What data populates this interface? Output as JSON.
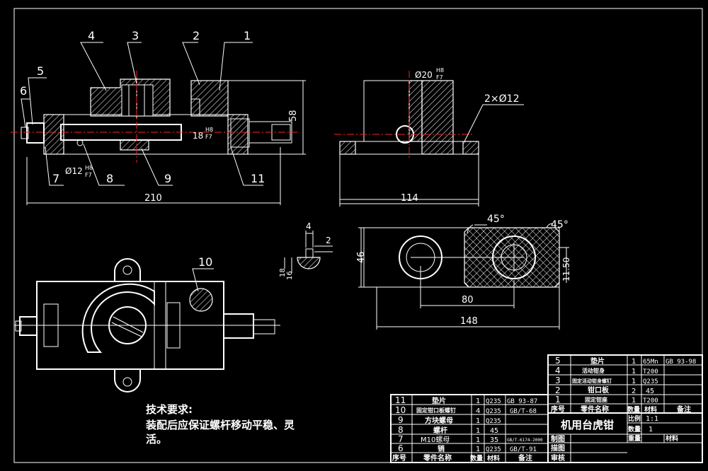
{
  "balloons": [
    "1",
    "2",
    "3",
    "4",
    "5",
    "6",
    "7",
    "8",
    "9",
    "10",
    "11"
  ],
  "dimensions": {
    "front_height": "58",
    "front_length": "210",
    "fit_bore": "Ø12",
    "fit_small": "18",
    "fit_tol_upper": "H8",
    "fit_tol_lower": "F7",
    "side_bore": "Ø20",
    "side_holes": "2×Ø12",
    "side_width": "114",
    "bottom_angle_1": "45°",
    "bottom_angle_2": "45°",
    "bottom_height": "46",
    "bottom_slot": "11.50",
    "bottom_pitch": "80",
    "bottom_length": "148",
    "detail_w": "4",
    "detail_h": "2",
    "detail_18": "18",
    "detail_16": "16"
  },
  "notes": {
    "heading": "技术要求:",
    "line1": "装配后应保证螺杆移动平稳、灵",
    "line2": "活。"
  },
  "bom_right": {
    "rows": [
      {
        "no": "5",
        "name": "垫片",
        "qty": "1",
        "mat": "65Mn",
        "std": "GB 93-98"
      },
      {
        "no": "4",
        "name": "活动钳身",
        "qty": "1",
        "mat": "T200",
        "std": ""
      },
      {
        "no": "3",
        "name": "固定活动钳身螺钉",
        "qty": "1",
        "mat": "Q235",
        "std": ""
      },
      {
        "no": "2",
        "name": "钳口板",
        "qty": "2",
        "mat": "45",
        "std": ""
      },
      {
        "no": "1",
        "name": "固定钳座",
        "qty": "1",
        "mat": "T200",
        "std": ""
      }
    ],
    "header": {
      "no": "序号",
      "name": "零件名称",
      "qty": "数量",
      "mat": "材料",
      "std": "备注"
    }
  },
  "bom_left": {
    "rows": [
      {
        "no": "11",
        "name": "垫片",
        "qty": "1",
        "mat": "Q235",
        "std": "GB 93-87"
      },
      {
        "no": "10",
        "name": "固定钳口板螺钉",
        "qty": "4",
        "mat": "Q235",
        "std": "GB/T-68"
      },
      {
        "no": "9",
        "name": "方块螺母",
        "qty": "1",
        "mat": "Q235",
        "std": ""
      },
      {
        "no": "8",
        "name": "螺杆",
        "qty": "1",
        "mat": "45",
        "std": ""
      },
      {
        "no": "7",
        "name": "M10螺母",
        "qty": "1",
        "mat": "35",
        "std": "GB/T-6174-2000"
      },
      {
        "no": "6",
        "name": "销",
        "qty": "1",
        "mat": "Q235",
        "std": "GB/T-91"
      }
    ],
    "header": {
      "no": "序号",
      "name": "零件名称",
      "qty": "数量",
      "mat": "材料",
      "std": "备注"
    }
  },
  "title_block": {
    "title": "机用台虎钳",
    "scale_label": "比例",
    "scale_value": "1:1",
    "sheet_label": "数量",
    "sheet_value": "1",
    "weight_label": "重量",
    "material_label": "材料",
    "drawn": "制图",
    "traced": "描图",
    "checked": "审核"
  }
}
